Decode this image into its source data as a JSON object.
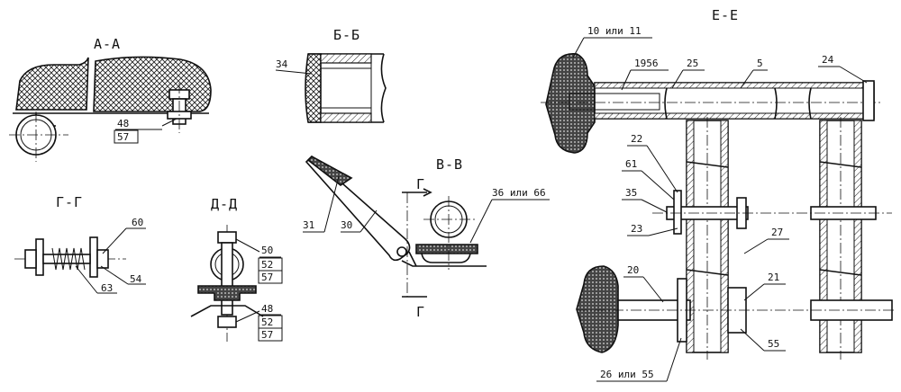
{
  "sections": {
    "aa": "А-А",
    "bb": "Б-Б",
    "vv": "В-В",
    "gg": "Г-Г",
    "dd": "Д-Д",
    "ee": "Е-Е",
    "g_mark_top": "Г",
    "g_mark_bottom": "Г"
  },
  "callouts": {
    "aa_48": "48",
    "aa_57": "57",
    "bb_34": "34",
    "vv_31": "31",
    "vv_30": "30",
    "vv_36_66": "36 или 66",
    "gg_60": "60",
    "gg_54": "54",
    "gg_63": "63",
    "dd_50": "50",
    "dd_52a": "52",
    "dd_57a": "57",
    "dd_48": "48",
    "dd_52b": "52",
    "dd_57b": "57",
    "ee_10_11": "10 или 11",
    "ee_1956": "1956",
    "ee_25": "25",
    "ee_5": "5",
    "ee_24": "24",
    "ee_22": "22",
    "ee_61": "61",
    "ee_35": "35",
    "ee_23": "23",
    "ee_27": "27",
    "ee_20": "20",
    "ee_21": "21",
    "ee_55": "55",
    "ee_26_55": "26 или 55"
  }
}
